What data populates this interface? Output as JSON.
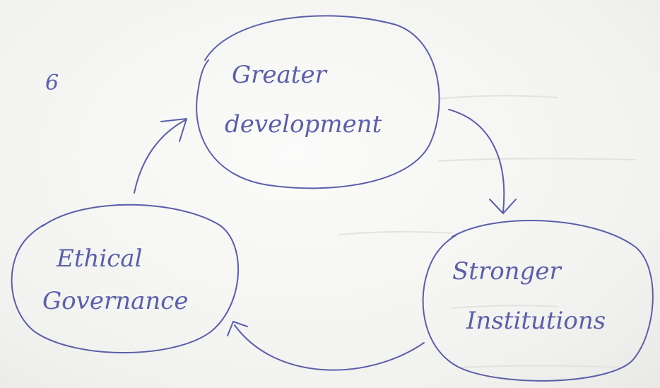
{
  "marker": "6",
  "nodes": {
    "top": {
      "line1": "Greater",
      "line2": "development"
    },
    "right": {
      "line1": "Stronger",
      "line2": "Institutions"
    },
    "left": {
      "line1": "Ethical",
      "line2": "Governance"
    }
  },
  "ink_color": "#5a5fa8"
}
